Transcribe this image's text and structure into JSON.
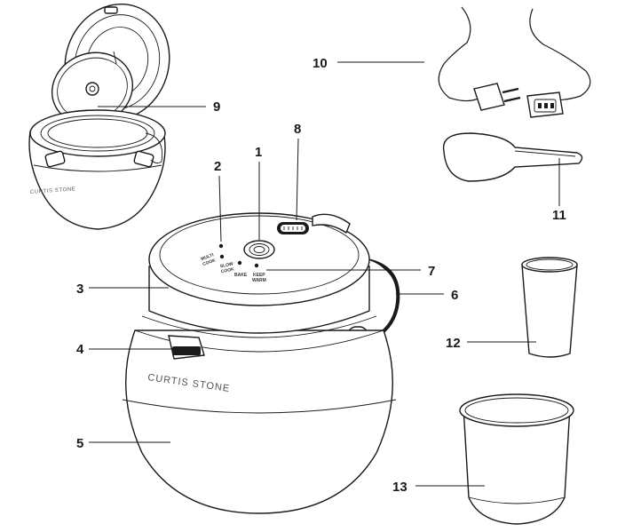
{
  "brand_text": "CURTIS STONE",
  "control_panel": {
    "buttons": [
      {
        "line1": "MULTI",
        "line2": "COOK"
      },
      {
        "line1": "SLOW",
        "line2": "COOK"
      },
      {
        "line1": "BAKE",
        "line2": ""
      },
      {
        "line1": "KEEP",
        "line2": "WARM"
      }
    ]
  },
  "callouts": [
    "1",
    "2",
    "3",
    "4",
    "5",
    "6",
    "7",
    "8",
    "9",
    "10",
    "11",
    "12",
    "13"
  ]
}
